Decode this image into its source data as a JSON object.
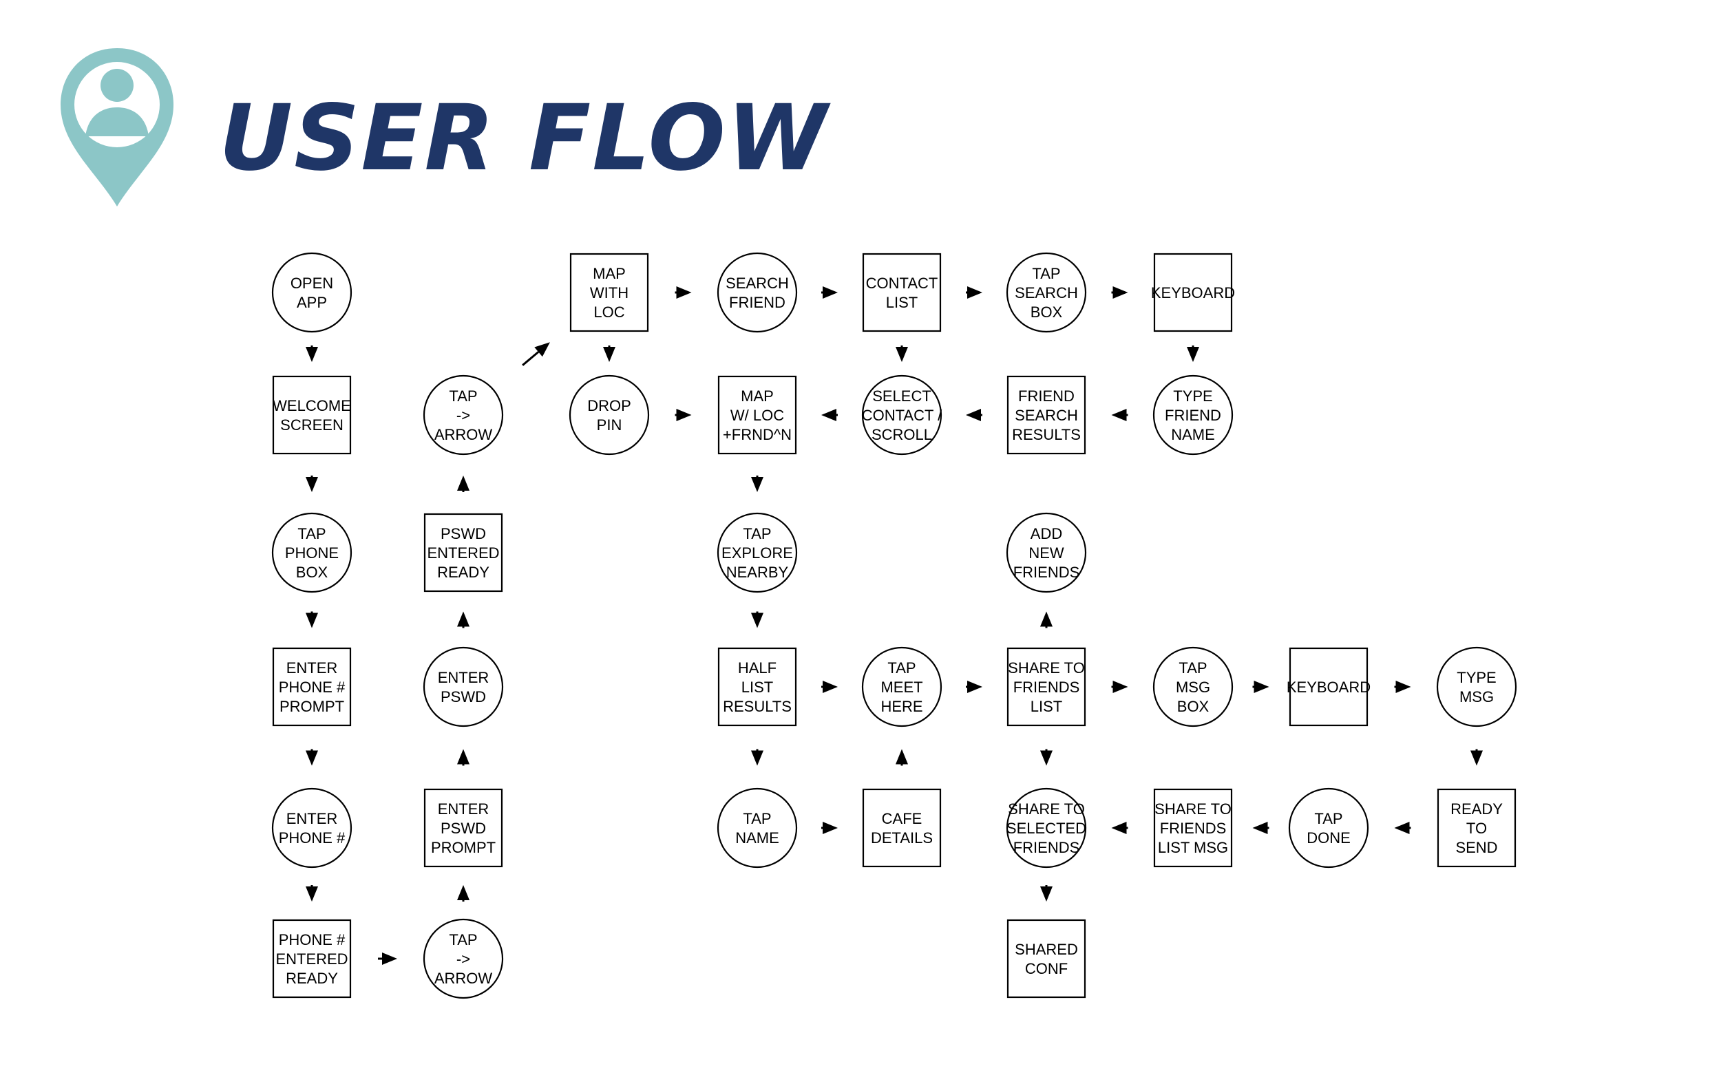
{
  "title": "USER FLOW",
  "colors": {
    "title": "#1f3667",
    "logo": "#8cc6c7",
    "stroke": "#000000"
  },
  "icons": {
    "logo": "user-location-pin-icon"
  },
  "nodes": [
    {
      "id": "open-app",
      "shape": "circle",
      "lines": [
        "OPEN",
        "APP"
      ]
    },
    {
      "id": "welcome-screen",
      "shape": "rect",
      "lines": [
        "WELCOME",
        "SCREEN"
      ]
    },
    {
      "id": "tap-phone-box",
      "shape": "circle",
      "lines": [
        "TAP",
        "PHONE",
        "BOX"
      ]
    },
    {
      "id": "enter-phone-prompt",
      "shape": "rect",
      "lines": [
        "ENTER",
        "PHONE #",
        "PROMPT"
      ]
    },
    {
      "id": "enter-phone",
      "shape": "circle",
      "lines": [
        "ENTER",
        "PHONE #"
      ]
    },
    {
      "id": "phone-entered-ready",
      "shape": "rect",
      "lines": [
        "PHONE #",
        "ENTERED",
        "READY"
      ]
    },
    {
      "id": "tap-arrow-1",
      "shape": "circle",
      "lines": [
        "TAP",
        "->",
        "ARROW"
      ]
    },
    {
      "id": "enter-pswd-prompt",
      "shape": "rect",
      "lines": [
        "ENTER",
        "PSWD",
        "PROMPT"
      ]
    },
    {
      "id": "enter-pswd",
      "shape": "circle",
      "lines": [
        "ENTER",
        "PSWD"
      ]
    },
    {
      "id": "pswd-entered-ready",
      "shape": "rect",
      "lines": [
        "PSWD",
        "ENTERED",
        "READY"
      ]
    },
    {
      "id": "tap-arrow-2",
      "shape": "circle",
      "lines": [
        "TAP",
        "->",
        "ARROW"
      ]
    },
    {
      "id": "map-with-loc",
      "shape": "rect",
      "lines": [
        "MAP",
        "WITH",
        "LOC"
      ]
    },
    {
      "id": "drop-pin",
      "shape": "circle",
      "lines": [
        "DROP",
        "PIN"
      ]
    },
    {
      "id": "search-friend",
      "shape": "circle",
      "lines": [
        "SEARCH",
        "FRIEND"
      ]
    },
    {
      "id": "contact-list",
      "shape": "rect",
      "lines": [
        "CONTACT",
        "LIST"
      ]
    },
    {
      "id": "tap-search-box",
      "shape": "circle",
      "lines": [
        "TAP",
        "SEARCH",
        "BOX"
      ]
    },
    {
      "id": "keyboard-1",
      "shape": "rect",
      "lines": [
        "KEYBOARD"
      ]
    },
    {
      "id": "type-friend-name",
      "shape": "circle",
      "lines": [
        "TYPE",
        "FRIEND",
        "NAME"
      ]
    },
    {
      "id": "friend-search-results",
      "shape": "rect",
      "lines": [
        "FRIEND",
        "SEARCH",
        "RESULTS"
      ]
    },
    {
      "id": "select-contact-scroll",
      "shape": "circle",
      "lines": [
        "SELECT",
        "CONTACT /",
        "SCROLL"
      ]
    },
    {
      "id": "map-w-loc-frnd",
      "shape": "rect",
      "lines": [
        "MAP",
        "W/ LOC",
        "+FRND^N"
      ]
    },
    {
      "id": "tap-explore-nearby",
      "shape": "circle",
      "lines": [
        "TAP",
        "EXPLORE",
        "NEARBY"
      ]
    },
    {
      "id": "half-list-results",
      "shape": "rect",
      "lines": [
        "HALF",
        "LIST",
        "RESULTS"
      ]
    },
    {
      "id": "tap-name",
      "shape": "circle",
      "lines": [
        "TAP",
        "NAME"
      ]
    },
    {
      "id": "cafe-details",
      "shape": "rect",
      "lines": [
        "CAFE",
        "DETAILS"
      ]
    },
    {
      "id": "tap-meet-here",
      "shape": "circle",
      "lines": [
        "TAP",
        "MEET",
        "HERE"
      ]
    },
    {
      "id": "share-to-friends-list",
      "shape": "rect",
      "lines": [
        "SHARE TO",
        "FRIENDS",
        "LIST"
      ]
    },
    {
      "id": "add-new-friends",
      "shape": "circle",
      "lines": [
        "ADD",
        "NEW",
        "FRIENDS"
      ]
    },
    {
      "id": "tap-msg-box",
      "shape": "circle",
      "lines": [
        "TAP",
        "MSG",
        "BOX"
      ]
    },
    {
      "id": "keyboard-2",
      "shape": "rect",
      "lines": [
        "KEYBOARD"
      ]
    },
    {
      "id": "type-msg",
      "shape": "circle",
      "lines": [
        "TYPE",
        "MSG"
      ]
    },
    {
      "id": "ready-to-send",
      "shape": "rect",
      "lines": [
        "READY",
        "TO",
        "SEND"
      ]
    },
    {
      "id": "tap-done",
      "shape": "circle",
      "lines": [
        "TAP",
        "DONE"
      ]
    },
    {
      "id": "share-to-friends-list-msg",
      "shape": "rect",
      "lines": [
        "SHARE TO",
        "FRIENDS",
        "LIST MSG"
      ]
    },
    {
      "id": "share-to-selected-friends",
      "shape": "circle",
      "lines": [
        "SHARE TO",
        "SELECTED",
        "FRIENDS"
      ]
    },
    {
      "id": "shared-conf",
      "shape": "rect",
      "lines": [
        "SHARED",
        "CONF"
      ]
    }
  ],
  "edges": [
    {
      "from": "open-app",
      "to": "welcome-screen"
    },
    {
      "from": "welcome-screen",
      "to": "tap-phone-box"
    },
    {
      "from": "tap-phone-box",
      "to": "enter-phone-prompt"
    },
    {
      "from": "enter-phone-prompt",
      "to": "enter-phone"
    },
    {
      "from": "enter-phone",
      "to": "phone-entered-ready"
    },
    {
      "from": "phone-entered-ready",
      "to": "tap-arrow-1"
    },
    {
      "from": "tap-arrow-1",
      "to": "enter-pswd-prompt"
    },
    {
      "from": "enter-pswd-prompt",
      "to": "enter-pswd"
    },
    {
      "from": "enter-pswd",
      "to": "pswd-entered-ready"
    },
    {
      "from": "pswd-entered-ready",
      "to": "tap-arrow-2"
    },
    {
      "from": "tap-arrow-2",
      "to": "map-with-loc"
    },
    {
      "from": "map-with-loc",
      "to": "search-friend"
    },
    {
      "from": "map-with-loc",
      "to": "drop-pin"
    },
    {
      "from": "search-friend",
      "to": "contact-list"
    },
    {
      "from": "contact-list",
      "to": "tap-search-box"
    },
    {
      "from": "contact-list",
      "to": "select-contact-scroll"
    },
    {
      "from": "tap-search-box",
      "to": "keyboard-1"
    },
    {
      "from": "keyboard-1",
      "to": "type-friend-name"
    },
    {
      "from": "type-friend-name",
      "to": "friend-search-results"
    },
    {
      "from": "friend-search-results",
      "to": "select-contact-scroll"
    },
    {
      "from": "select-contact-scroll",
      "to": "map-w-loc-frnd"
    },
    {
      "from": "drop-pin",
      "to": "map-w-loc-frnd"
    },
    {
      "from": "map-w-loc-frnd",
      "to": "tap-explore-nearby"
    },
    {
      "from": "tap-explore-nearby",
      "to": "half-list-results"
    },
    {
      "from": "half-list-results",
      "to": "tap-meet-here"
    },
    {
      "from": "half-list-results",
      "to": "tap-name"
    },
    {
      "from": "tap-name",
      "to": "cafe-details"
    },
    {
      "from": "cafe-details",
      "to": "tap-meet-here"
    },
    {
      "from": "tap-meet-here",
      "to": "share-to-friends-list"
    },
    {
      "from": "share-to-friends-list",
      "to": "add-new-friends"
    },
    {
      "from": "share-to-friends-list",
      "to": "tap-msg-box"
    },
    {
      "from": "share-to-friends-list",
      "to": "share-to-selected-friends"
    },
    {
      "from": "tap-msg-box",
      "to": "keyboard-2"
    },
    {
      "from": "keyboard-2",
      "to": "type-msg"
    },
    {
      "from": "type-msg",
      "to": "ready-to-send"
    },
    {
      "from": "ready-to-send",
      "to": "tap-done"
    },
    {
      "from": "tap-done",
      "to": "share-to-friends-list-msg"
    },
    {
      "from": "share-to-friends-list-msg",
      "to": "share-to-selected-friends"
    },
    {
      "from": "share-to-selected-friends",
      "to": "shared-conf"
    }
  ]
}
